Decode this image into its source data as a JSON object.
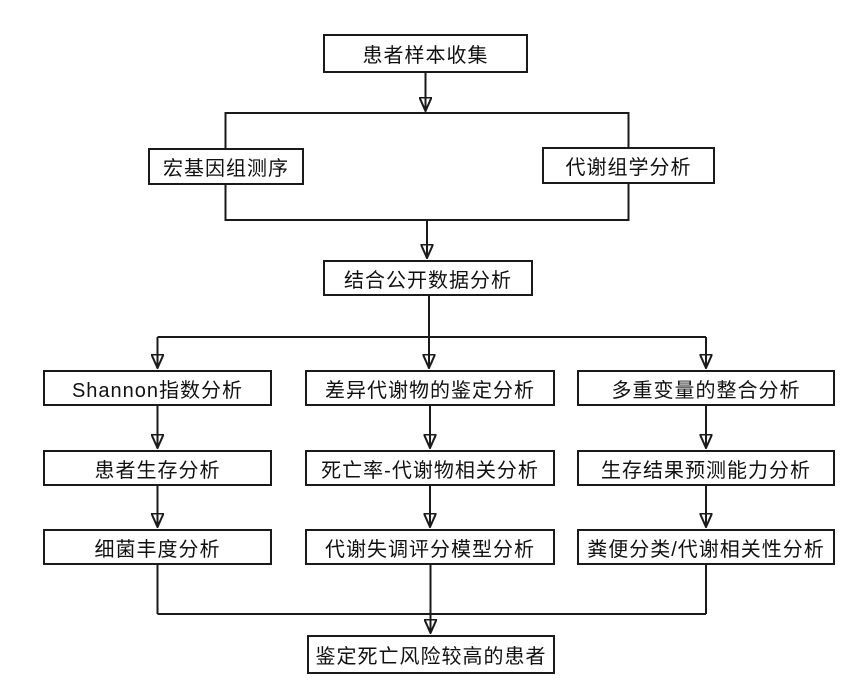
{
  "colors": {
    "background": "#ffffff",
    "line": "#1a1a1a",
    "box_border": "#1a1a1a",
    "box_fill": "#ffffff",
    "text": "#111111"
  },
  "nodes": {
    "collect": {
      "label": "患者样本收集"
    },
    "metagenome": {
      "label": "宏基因组测序"
    },
    "metabolome": {
      "label": "代谢组学分析"
    },
    "public_data": {
      "label": "结合公开数据分析"
    },
    "shannon": {
      "label": "Shannon指数分析"
    },
    "survival": {
      "label": "患者生存分析"
    },
    "bacteria": {
      "label": "细菌丰度分析"
    },
    "diff_metabolite": {
      "label": "差异代谢物的鉴定分析"
    },
    "mortality_corr": {
      "label": "死亡率-代谢物相关分析"
    },
    "dysregulation": {
      "label": "代谢失调评分模型分析"
    },
    "multivariate": {
      "label": "多重变量的整合分析"
    },
    "prediction": {
      "label": "生存结果预测能力分析"
    },
    "fecal_corr": {
      "label": "粪便分类/代谢相关性分析"
    },
    "high_risk": {
      "label": "鉴定死亡风险较高的患者"
    }
  },
  "edges": [
    {
      "from": "collect",
      "to": "metagenome"
    },
    {
      "from": "collect",
      "to": "metabolome"
    },
    {
      "from": "metagenome",
      "to": "public_data"
    },
    {
      "from": "metabolome",
      "to": "public_data"
    },
    {
      "from": "public_data",
      "to": "shannon"
    },
    {
      "from": "public_data",
      "to": "diff_metabolite"
    },
    {
      "from": "public_data",
      "to": "multivariate"
    },
    {
      "from": "shannon",
      "to": "survival"
    },
    {
      "from": "survival",
      "to": "bacteria"
    },
    {
      "from": "diff_metabolite",
      "to": "mortality_corr"
    },
    {
      "from": "mortality_corr",
      "to": "dysregulation"
    },
    {
      "from": "multivariate",
      "to": "prediction"
    },
    {
      "from": "prediction",
      "to": "fecal_corr"
    },
    {
      "from": "bacteria",
      "to": "high_risk"
    },
    {
      "from": "dysregulation",
      "to": "high_risk"
    },
    {
      "from": "fecal_corr",
      "to": "high_risk"
    }
  ]
}
